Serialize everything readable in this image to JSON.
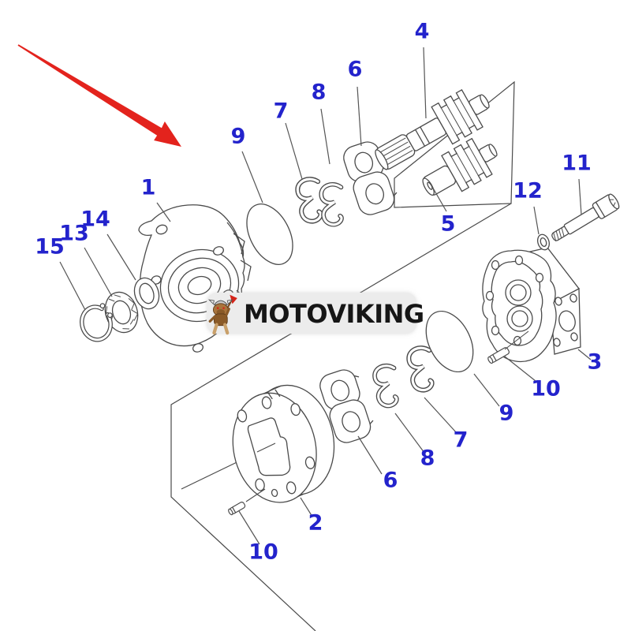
{
  "callouts": [
    {
      "text": "4"
    },
    {
      "text": "6"
    },
    {
      "text": "8"
    },
    {
      "text": "7"
    },
    {
      "text": "9"
    },
    {
      "text": "1"
    },
    {
      "text": "14"
    },
    {
      "text": "13"
    },
    {
      "text": "15"
    },
    {
      "text": "5"
    },
    {
      "text": "11"
    },
    {
      "text": "12"
    },
    {
      "text": "3"
    },
    {
      "text": "10"
    },
    {
      "text": "9"
    },
    {
      "text": "7"
    },
    {
      "text": "8"
    },
    {
      "text": "6"
    },
    {
      "text": "2"
    },
    {
      "text": "10"
    }
  ],
  "watermark": {
    "text": "MOTOVIKING",
    "mascot_icon": "viking-dog-with-axe-icon"
  },
  "pointer": {
    "icon": "red-arrow-icon"
  },
  "colors": {
    "callout_blue": "#2323cc",
    "arrow_red": "#e3231d",
    "line_gray": "#4a4a4a",
    "watermark_bg": "#ececec",
    "watermark_text": "#161616",
    "background": "#ffffff"
  }
}
